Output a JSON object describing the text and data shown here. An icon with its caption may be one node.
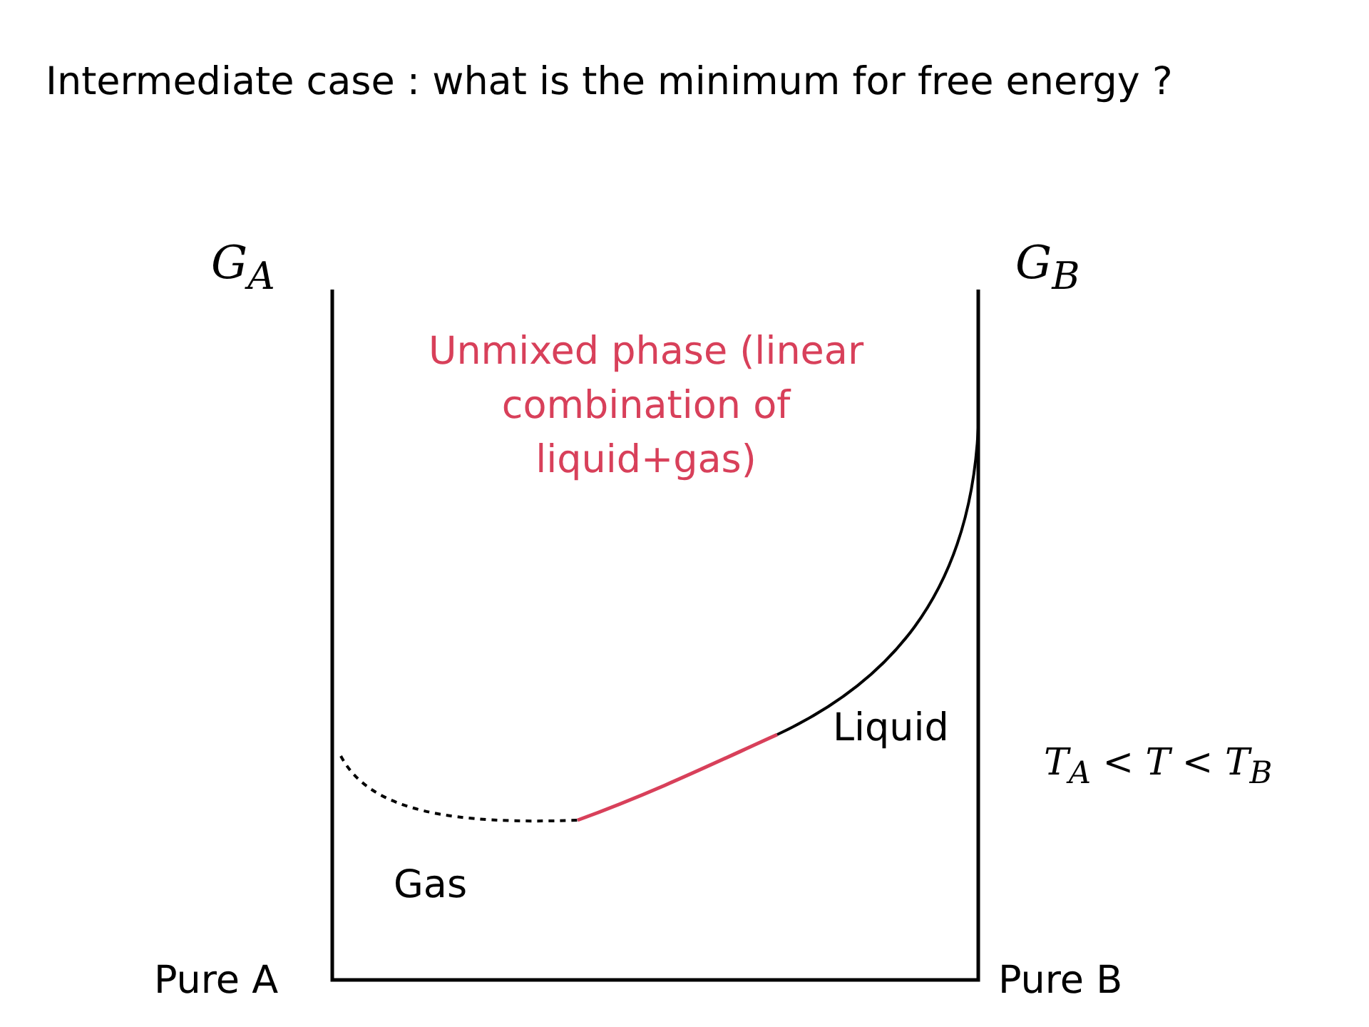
{
  "diagram": {
    "title": "Intermediate case : what is the minimum for free energy ?",
    "labels": [
      "G$_{A}$",
      "G$_{B}$",
      "Unmixed phase (linear combination of liquid+gas)",
      "Liquid",
      "T$_{A}$ < T < T$_{B}$",
      "Gas",
      "Pure A",
      "Pure B"
    ]
  }
}
